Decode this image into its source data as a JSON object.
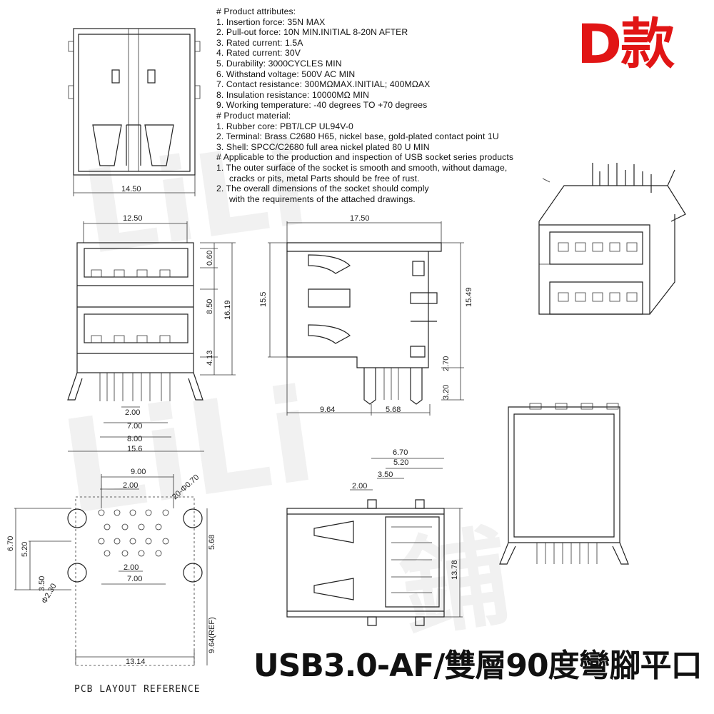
{
  "spec": {
    "lines": [
      {
        "text": "# Product attributes:",
        "indent": false
      },
      {
        "text": "1. Insertion force: 35N MAX",
        "indent": false
      },
      {
        "text": "2. Pull-out force: 10N MIN.INITIAL 8-20N AFTER",
        "indent": false
      },
      {
        "text": "3. Rated current: 1.5A",
        "indent": false
      },
      {
        "text": "4. Rated current: 30V",
        "indent": false
      },
      {
        "text": "5. Durability: 3000CYCLES MIN",
        "indent": false
      },
      {
        "text": "6. Withstand voltage: 500V AC MIN",
        "indent": false
      },
      {
        "text": "7. Contact resistance: 300MΩMAX.INITIAL; 400MΩAX",
        "indent": false
      },
      {
        "text": "8. Insulation resistance: 10000MΩ MIN",
        "indent": false
      },
      {
        "text": "9. Working temperature: -40 degrees TO +70 degrees",
        "indent": false
      },
      {
        "text": "# Product material:",
        "indent": false
      },
      {
        "text": "1. Rubber core: PBT/LCP UL94V-0",
        "indent": false
      },
      {
        "text": "2. Terminal: Brass C2680 H65, nickel base, gold-plated contact point 1U",
        "indent": false
      },
      {
        "text": "3. Shell: SPCC/C2680 full area nickel plated 80 U MIN",
        "indent": false
      },
      {
        "text": "# Applicable to the production and inspection of USB socket series products",
        "indent": false
      },
      {
        "text": "1. The outer surface of the socket is smooth and smooth, without damage,",
        "indent": false
      },
      {
        "text": "cracks or pits, metal Parts should be free of rust.",
        "indent": true
      },
      {
        "text": "2. The overall dimensions of the socket should comply",
        "indent": false
      },
      {
        "text": "with the requirements of the attached drawings.",
        "indent": true
      }
    ]
  },
  "badge": "D款",
  "title": "USB3.0-AF/雙層90度彎腳平口",
  "pcb_label": "PCB LAYOUT REFERENCE",
  "dims": {
    "top_width": "14.50",
    "front_width": "12.50",
    "front_top": "0.60",
    "front_mid": "8.50",
    "front_height": "16.19",
    "front_low": "4.13",
    "pin_pitch": "2.00",
    "pin_span1": "7.00",
    "pin_span2": "8.00",
    "base_width": "15.6",
    "side_length": "17.50",
    "side_height": "15.5",
    "side_body": "15.49",
    "side_pin_h1": "2.70",
    "side_pin_h2": "3.20",
    "side_len1": "9.64",
    "side_len2": "5.68",
    "pcb_w1": "9.00",
    "pcb_pitch": "2.00",
    "pcb_hole": "20-Φ0.70",
    "pcb_h1": "6.70",
    "pcb_h2": "5.20",
    "pcb_right": "5.68",
    "pcb_pitch2": "2.00",
    "pcb_span": "7.00",
    "pcb_small": "3.50",
    "pcb_big_hole": "Φ2.30",
    "pcb_ref": "9.64(REF)",
    "pcb_total": "13.14",
    "bottom_w1": "6.70",
    "bottom_w2": "5.20",
    "bottom_w3": "3.50",
    "bottom_w4": "2.00",
    "bottom_height": "13.78"
  }
}
